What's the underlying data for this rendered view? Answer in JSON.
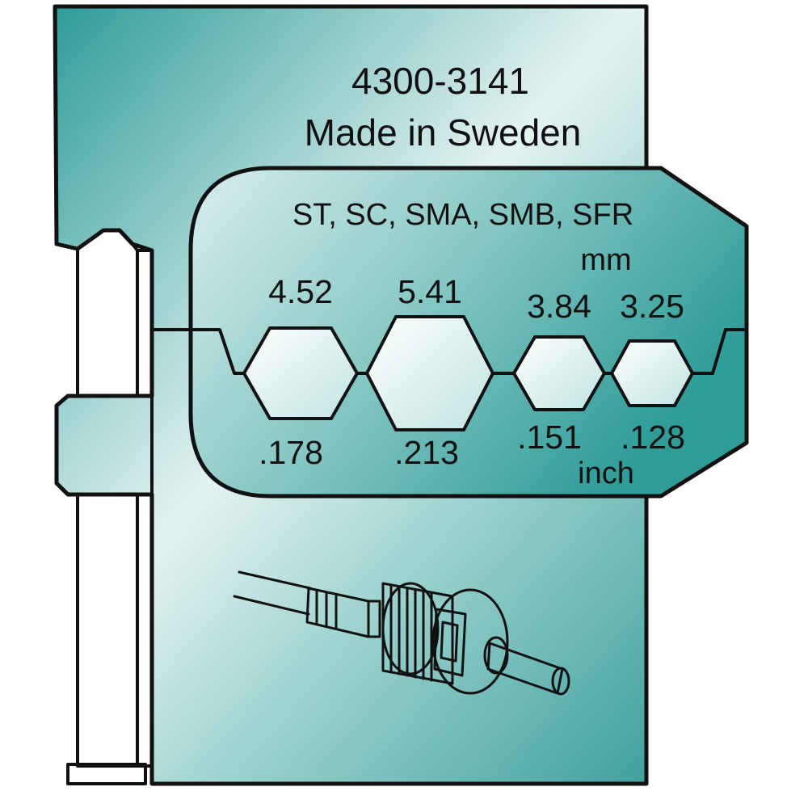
{
  "header": {
    "part_number": "4300-3141",
    "origin": "Made in Sweden"
  },
  "die": {
    "connectors": "ST, SC, SMA, SMB, SFR",
    "metric_unit": "mm",
    "imperial_unit": "inch",
    "cavities": [
      {
        "mm": "4.52",
        "inch": ".178"
      },
      {
        "mm": "5.41",
        "inch": ".213"
      },
      {
        "mm": "3.84",
        "inch": ".151"
      },
      {
        "mm": "3.25",
        "inch": ".128"
      }
    ]
  },
  "colors": {
    "plate_light": "#e6f4f3",
    "plate_dark": "#2f9c98",
    "outline": "#111111"
  },
  "icons": {
    "connector": "st-fiber-connector-icon"
  }
}
